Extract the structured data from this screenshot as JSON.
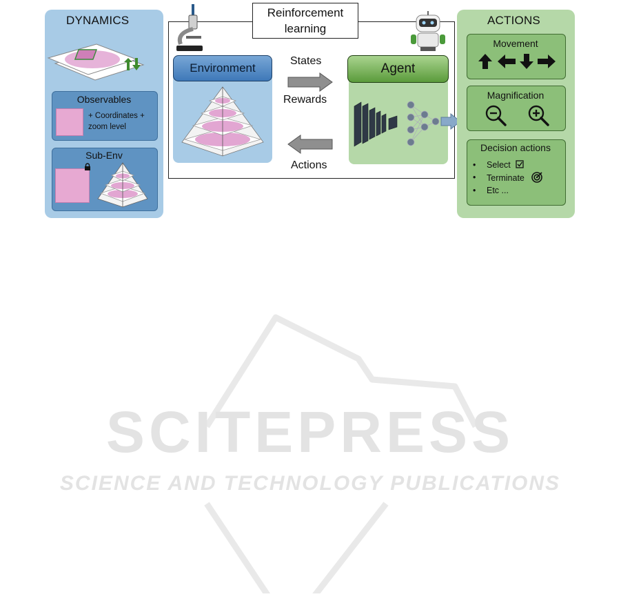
{
  "dynamics": {
    "title": "DYNAMICS",
    "observables": {
      "title": "Observables",
      "coords_text_1": "+ Coordinates +",
      "coords_text_2": "zoom level"
    },
    "subenv": {
      "title": "Sub-Env"
    }
  },
  "rl": {
    "title_line1": "Reinforcement",
    "title_line2": "learning",
    "environment_label": "Environment",
    "agent_label": "Agent",
    "states_label": "States",
    "rewards_label": "Rewards",
    "actions_label": "Actions"
  },
  "actions": {
    "title": "ACTIONS",
    "movement": {
      "title": "Movement"
    },
    "magnification": {
      "title": "Magnification"
    },
    "decision": {
      "title": "Decision actions",
      "items": [
        "Select",
        "Terminate",
        "Etc ..."
      ]
    }
  },
  "watermark": {
    "line1": "SCITEPRESS",
    "line2": "SCIENCE AND TECHNOLOGY PUBLICATIONS"
  },
  "colors": {
    "dynamics_bg": "#a8cbe6",
    "actions_bg": "#b5d8a8",
    "environment_header": "#3e78b8",
    "agent_header": "#5b9b3b",
    "tissue_pink": "#d98fc4",
    "watermark_gray": "#e6e6e6"
  }
}
